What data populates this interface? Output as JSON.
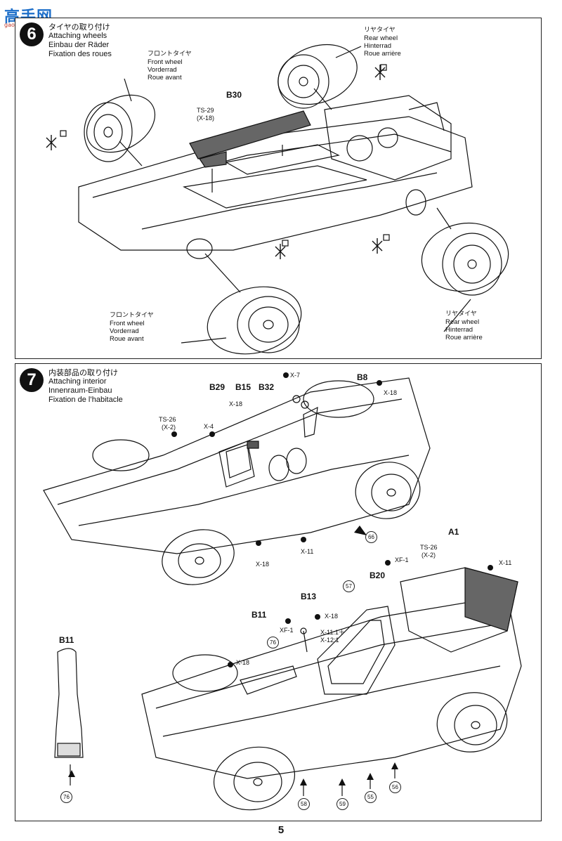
{
  "watermark": {
    "main": "高手网",
    "sub": "gao-shou.com"
  },
  "step6": {
    "number": "6",
    "title_jp": "タイヤの取り付け",
    "title_en": "Attaching wheels",
    "title_de": "Einbau der Räder",
    "title_fr": "Fixation des roues",
    "front_top": {
      "jp": "フロントタイヤ",
      "en": "Front wheel",
      "de": "Vorderrad",
      "fr": "Roue avant"
    },
    "rear_top": {
      "jp": "リヤタイヤ",
      "en": "Rear wheel",
      "de": "Hinterrad",
      "fr": "Roue arrière"
    },
    "front_bottom": {
      "jp": "フロントタイヤ",
      "en": "Front wheel",
      "de": "Vorderrad",
      "fr": "Roue avant"
    },
    "rear_bottom": {
      "jp": "リヤタイヤ",
      "en": "Rear wheel",
      "de": "Hinterrad",
      "fr": "Roue arrière"
    },
    "part_b30": "B30",
    "ts29": "TS-29",
    "x18": "(X-18)"
  },
  "step7": {
    "number": "7",
    "title_jp": "内装部品の取り付け",
    "title_en": "Attaching interior",
    "title_de": "Innenraum-Einbau",
    "title_fr": "Fixation de l’habitacle",
    "parts": {
      "b29": "B29",
      "b15": "B15",
      "b32": "B32",
      "b8": "B8",
      "a1": "A1",
      "b20": "B20",
      "b13": "B13",
      "b11": "B11",
      "b11_detail": "B11"
    },
    "paints": {
      "x7": "X-7",
      "x18_b8": "X-18",
      "ts26_top": "TS-26",
      "x2_top": "(X-2)",
      "x18_top": "X-18",
      "x4": "X-4",
      "x11_mid": "X-11",
      "x18_mid": "X-18",
      "xf1_right": "XF-1",
      "ts26_right": "TS-26",
      "x2_right": "(X-2)",
      "x11_right": "X-11",
      "x18_b13": "X-18",
      "x11_mix": "X-11:1＋",
      "x12_mix": "X-12:1",
      "xf1_left": "XF-1",
      "x18_left": "X-18"
    },
    "refs": {
      "r66": "66",
      "r57": "57",
      "r76a": "76",
      "r76b": "76",
      "r58": "58",
      "r59": "59",
      "r55": "55",
      "r56": "56"
    }
  },
  "page_number": "5"
}
